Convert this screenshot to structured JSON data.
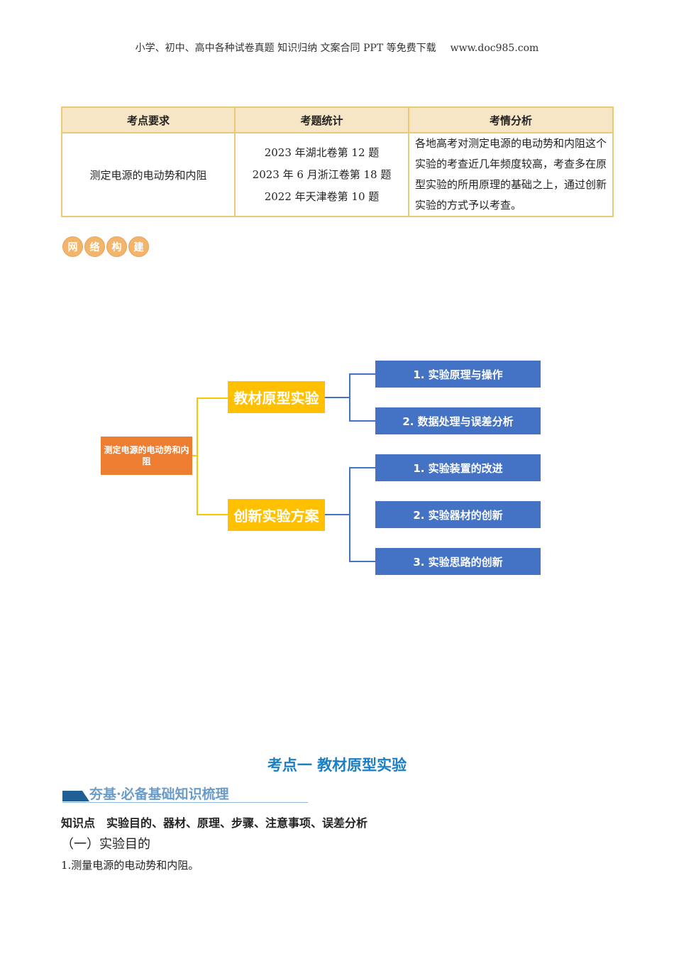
{
  "header": {
    "left": "小学、初中、高中各种试卷真题 知识归纳 文案合同 PPT 等免费下载",
    "right": "www.doc985.com"
  },
  "table": {
    "headers": [
      "考点要求",
      "考题统计",
      "考情分析"
    ],
    "requirement": "测定电源的电动势和内阻",
    "stats": [
      "2023 年湖北卷第 12 题",
      "2023 年 6 月浙江卷第 18 题",
      "2022 年天津卷第 10 题"
    ],
    "analysis": "各地高考对测定电源的电动势和内阻这个实验的考查近几年频度较高，考查多在原型实验的所用原理的基础之上，通过创新实验的方式予以考查。"
  },
  "badge": [
    "网",
    "络",
    "构",
    "建"
  ],
  "mindmap": {
    "root": "测定电源的电动势和内阻",
    "branches": [
      {
        "label": "教材原型实验",
        "items": [
          "1. 实验原理与操作",
          "2. 数据处理与误差分析"
        ]
      },
      {
        "label": "创新实验方案",
        "items": [
          "1. 实验装置的改进",
          "2. 实验器材的创新",
          "3. 实验思路的创新"
        ]
      }
    ]
  },
  "section_title": "考点一  教材原型实验",
  "subsection": "夯基·必备基础知识梳理",
  "knowledge_point": "知识点　实验目的、器材、原理、步骤、注意事项、误差分析",
  "part1": "（一）实验目的",
  "item1": "1.测量电源的电动势和内阻。"
}
